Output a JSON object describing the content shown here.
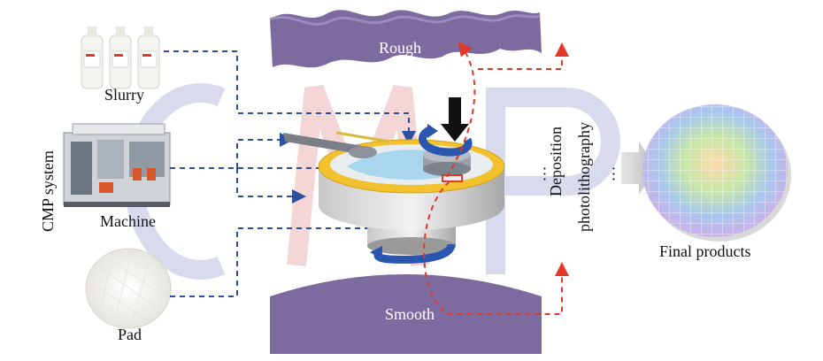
{
  "labels": {
    "slurry": "Slurry",
    "machine": "Machine",
    "pad": "Pad",
    "cmp_system": "CMP system",
    "rough": "Rough",
    "smooth": "Smooth",
    "deposition": "Deposition",
    "photolithography": "photolithography",
    "ellipsis": "…",
    "final_products": "Final products",
    "watermark": "CMP"
  },
  "colors": {
    "blue_dashed": "#2d4f9e",
    "red_dashed": "#e0392b",
    "surface_purple": "#7d6a9f",
    "pad_yellow": "#f2c12e",
    "rotation_blue": "#2a56b0",
    "watermark_blue": "#c7cce6",
    "watermark_red": "#f2c8c8"
  },
  "icons": {
    "slurry": "slurry-bottles-icon",
    "machine": "cmp-machine-icon",
    "pad": "polishing-pad-icon",
    "platen": "cmp-platen-icon",
    "wafer": "wafer-icon",
    "pressure": "down-arrow-icon"
  }
}
